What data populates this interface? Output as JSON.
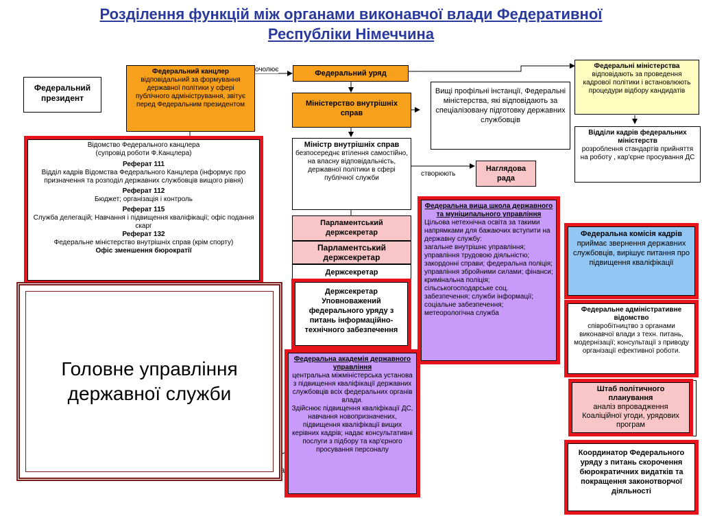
{
  "title": {
    "line1": "Розділення функцій між органами виконавчої влади Федеративної",
    "line2": "Республіки Німеччина"
  },
  "labels": {
    "heads": "очолює",
    "create": "створюють",
    "partial_na": "на"
  },
  "president": "Федеральний президент",
  "chancellor": {
    "name": "Федеральний канцлер",
    "desc": "відповідальний за формування державної політики у сфері публічного адміністрування, звітує перед Федеральним президентом"
  },
  "government": "Федеральний уряд",
  "interior_ministry": "Міністерство внутрішніх справ",
  "higher_instances": "Вищі профільні інстанції, Федеральні міністерства, які відповідають за спеціалізовану підготовку державних службовців",
  "federal_ministries": {
    "name": "Федеральні міністерства",
    "desc": "відповідають за проведення кадрової політики і встановлюють процедури відбору кандидатів"
  },
  "personnel_departments": {
    "name": "Відділи кадрів федеральних міністерств",
    "desc": "розроблення стандартів прийняття на роботу , кар'єрне просування ДС"
  },
  "chancellery": {
    "name": "Відомство Федерального канцлера",
    "sub": "(супровід роботи Ф.Канцлера)",
    "items": [
      {
        "head": "Реферат 111",
        "text": "Відділ кадрів Відомства Федерального Канцлера (інформує про призначення та розподіл державних службовців вищого рівня)"
      },
      {
        "head": "Реферат 112",
        "text": "Бюджет; організація і контроль"
      },
      {
        "head": "Реферат 115",
        "text": "Служба делегацій; Навчання і підвищення кваліфікації; офіс подання скарг"
      },
      {
        "head": "Реферат 132",
        "text": "Федеральне міністерство внутрішніх справ (крім спорту)"
      }
    ],
    "footer": "Офіс зменшення бюрократії"
  },
  "minister": {
    "name": "Міністр внутрішніх справ",
    "desc": "безпосереднє втілення самостійно, на власну відповідальність, державної політики в сфері публічної служби"
  },
  "supervisory_board": "Наглядова рада",
  "parl_secretary_1": "Парламентський держсекретар",
  "parl_secretary_2": "Парламентський держсекретар",
  "state_secretary": "Держсекретар",
  "state_secretary_it": "Держсекретар Уповноважений федерального уряду з питань інформаційно-технічного забезпечення",
  "main_directorate": "Головне управління державної служби",
  "higher_school": {
    "name": "Федеральна вища школа державного та муніципального управління",
    "desc": "Цільова нетехнічна освіта за такими напрямками для бажаючих вступити на державну службу:",
    "list": "загальне внутрішнє управління; управління трудовою діяльністю; закордонні справи; федеральна поліція; управління збройними силами; фінанси; кримінальна поліція; сільськогосподарське соц. забезпечення; служби інформації; соціальне забезпечення; метеорологічна служба"
  },
  "academy": {
    "name": "Федеральна академія державного управління",
    "desc": "центральна міжміністерська установа з підвищення кваліфікації державних службовців всіх федеральних органів влади.",
    "desc2": "Здійснює підвищення кваліфікації ДС, навчання новопризначених, підвищення кваліфікації вищих керівних кадрів; надає консультативні послуги з підбору та кар'єрного просування персоналу"
  },
  "personnel_commission": {
    "name": "Федеральна комісія кадрів",
    "desc": "приймає звернення державних службовців, вирішує питання про підвищення кваліфікації"
  },
  "admin_office": {
    "name": "Федеральне адміністративне відомство",
    "desc": "співробітництво з органами виконавчої влади з техн. питань, модернізації; консультації з приводу організації ефективної роботи."
  },
  "policy_staff": {
    "name": "Штаб політичного планування",
    "desc": "аналіз впровадження Коаліційної угоди, урядових програм"
  },
  "coordinator": "Координатор Федерального уряду з питань скорочення бюрократичних видатків та покращення законотворчої діяльності",
  "colors": {
    "title": "#2a3a9c",
    "orange": "#f7a01c",
    "yellow": "#fffcbf",
    "pink": "#f8c6c6",
    "purple": "#c89bfa",
    "blue": "#91c6f5",
    "red_frame": "#e8141c"
  }
}
